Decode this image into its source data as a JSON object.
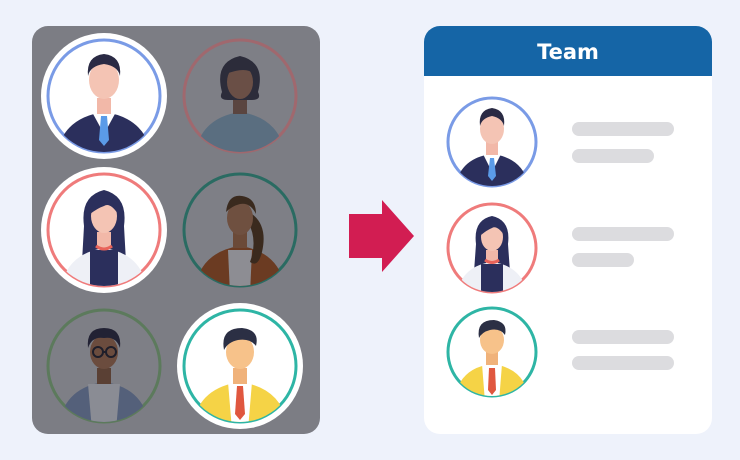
{
  "team_card": {
    "title": "Team",
    "header_color": "#1565a6",
    "members": [
      {
        "avatar": "man-suit-avatar",
        "ring_color": "#7a9be6"
      },
      {
        "avatar": "woman-dark-hair-avatar",
        "ring_color": "#ef7b7b"
      },
      {
        "avatar": "man-yellow-jacket-avatar",
        "ring_color": "#2eb5a5"
      }
    ]
  },
  "candidates_panel": {
    "background": "#7c7d84",
    "avatars": [
      {
        "avatar": "man-suit-avatar",
        "ring_color": "#7a9be6",
        "selected": true
      },
      {
        "avatar": "woman-curly-hair-avatar",
        "ring_color": "#a0686e",
        "selected": false
      },
      {
        "avatar": "woman-dark-hair-avatar",
        "ring_color": "#ef7b7b",
        "selected": true
      },
      {
        "avatar": "woman-ponytail-avatar",
        "ring_color": "#2a6b62",
        "selected": false
      },
      {
        "avatar": "man-glasses-avatar",
        "ring_color": "#5c7a5c",
        "selected": false
      },
      {
        "avatar": "man-yellow-jacket-avatar",
        "ring_color": "#2eb5a5",
        "selected": true
      }
    ]
  },
  "arrow": {
    "icon": "arrow-right-icon",
    "color": "#d21d52"
  }
}
